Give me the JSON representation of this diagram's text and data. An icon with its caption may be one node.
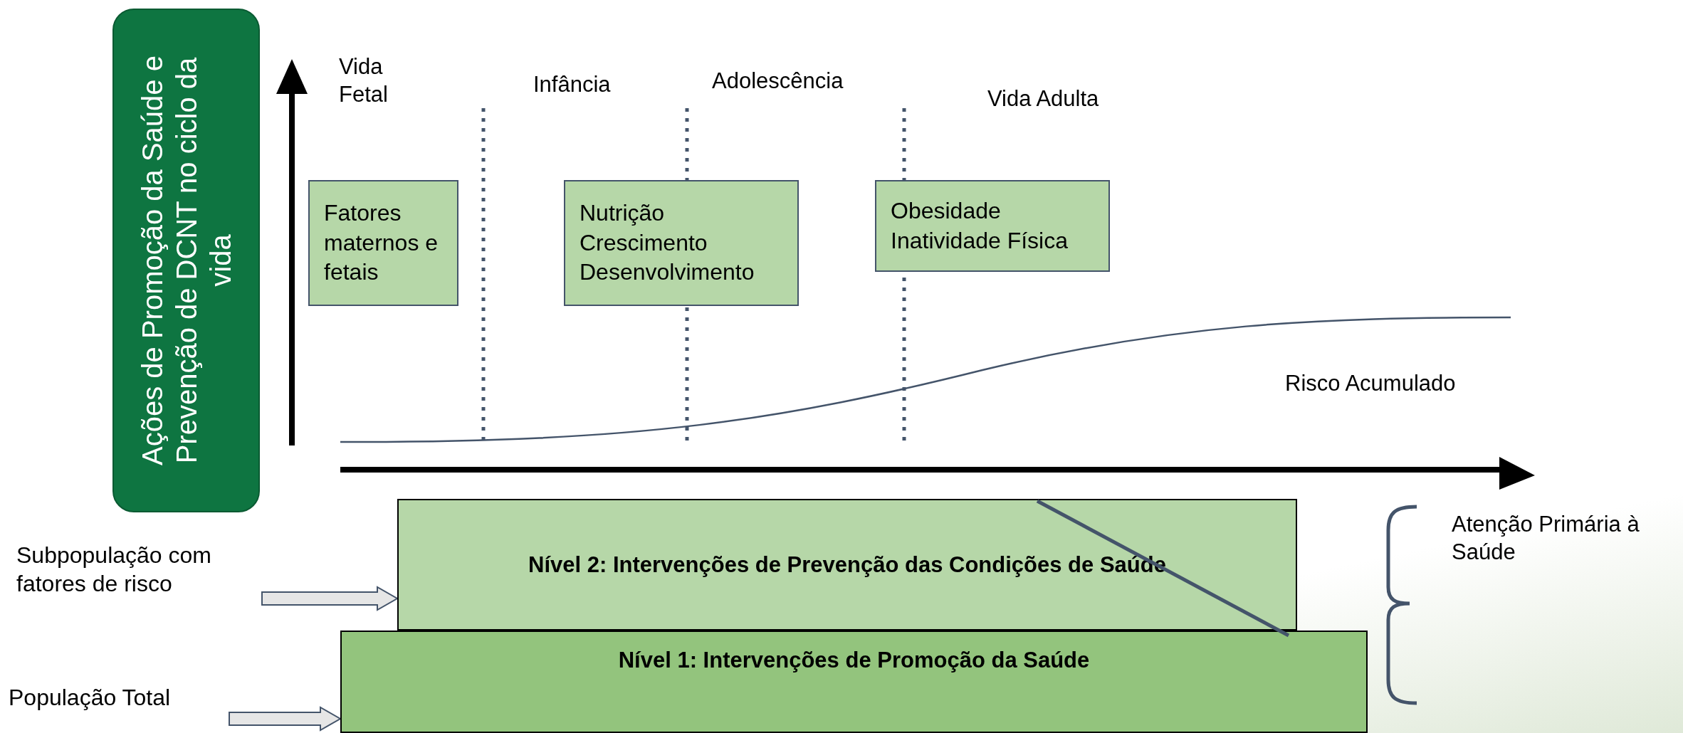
{
  "diagram": {
    "nodes": [
      {
        "text": [
          "Ações de Promoção da Saúde e Prevenção de DCNT no ciclo da vida"
        ]
      },
      {
        "text": [
          "Fatores maternos e fetais"
        ]
      },
      {
        "text": [
          "Nutrição",
          "Crescimento",
          "Desenvolvimento"
        ]
      },
      {
        "text": [
          "Obesidade",
          "Inatividade Física"
        ]
      },
      {
        "text": [
          "Nível 2: Intervenções de Prevenção das Condições de Saúde"
        ]
      },
      {
        "text": [
          "Nível 1: Intervenções de Promoção da Saúde"
        ]
      },
      {
        "text": [
          "Subpopulação com fatores de risco"
        ]
      },
      {
        "text": [
          "População Total"
        ]
      }
    ],
    "edges": [
      {
        "from": 6,
        "to": 4,
        "arrow": "to"
      },
      {
        "from": 7,
        "to": 5,
        "arrow": "to"
      }
    ],
    "labels": [
      "Vida Fetal",
      "Infância",
      "Adolescência",
      "Vida Adulta",
      "Risco Acumulado",
      "Atenção Primária à Saúde"
    ]
  }
}
